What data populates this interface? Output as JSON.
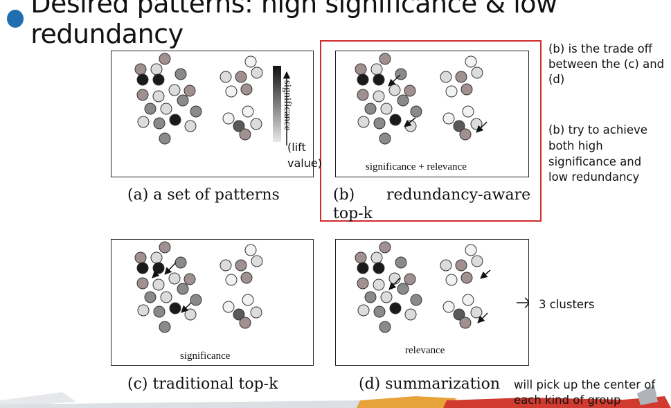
{
  "slide": {
    "title": "Desired patterns: high significance & low redundancy",
    "bullet_color": "#1f6fb0"
  },
  "panels": {
    "a": {
      "caption": "(a) a set of patterns"
    },
    "b": {
      "caption_part1": "(b)",
      "caption_part2": "redundancy-awarе",
      "caption_part3": "top-k",
      "label": "significance + relevance"
    },
    "c": {
      "caption": "(c) traditional top-k",
      "label": "significance"
    },
    "d": {
      "caption": "(d) summarization",
      "label": "relevance"
    }
  },
  "legend": {
    "axis_label": "significance",
    "note_line1": "(lift",
    "note_line2": "value)"
  },
  "notes": {
    "tradeoff": [
      "(b) is the trade off",
      "between the (c) and",
      "(d)"
    ],
    "achieve": [
      "(b) try to achieve",
      "both high",
      "significance and",
      "low redundancy"
    ],
    "clusters": "3 clusters",
    "center": [
      "will pick up the center of",
      "each kind of group"
    ]
  },
  "colors": {
    "highlight_box": "#d12b2b",
    "footer_orange": "#e8a23a",
    "footer_red": "#d13a2e",
    "footer_gray": "#cfd3d8"
  }
}
